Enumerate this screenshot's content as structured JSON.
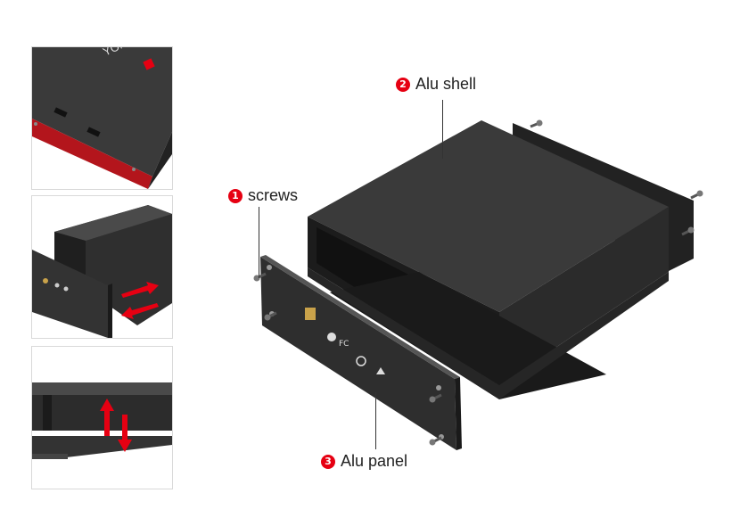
{
  "thumbnails": [
    {
      "id": 1,
      "brand": "YONGU",
      "icon": "enclosure-red-front-icon"
    },
    {
      "id": 2,
      "icon": "enclosure-slide-panel-icon"
    },
    {
      "id": 3,
      "icon": "enclosure-vertical-slide-icon"
    }
  ],
  "callouts": {
    "shell": {
      "number": "2",
      "label": "Alu shell"
    },
    "screws": {
      "number": "1",
      "label": "screws"
    },
    "panel": {
      "number": "3",
      "label": "Alu panel"
    }
  },
  "colors": {
    "accent": "#e60012",
    "metal_dark": "#2b2b2b",
    "metal_mid": "#3a3a3a",
    "red_panel": "#b3151c"
  }
}
